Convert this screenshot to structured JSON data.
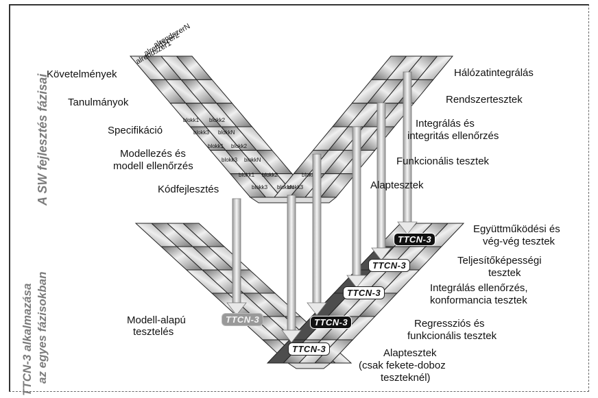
{
  "side_labels": {
    "top": "A SW fejlesztés fázisai",
    "bottom_line1": "TTCN-3 alkalmazása",
    "bottom_line2": "az egyes fázisokban"
  },
  "subsystems": [
    "alrendszer1",
    "alrendszer2",
    "alrendszerN"
  ],
  "dev_phases": [
    "Követelmények",
    "Tanulmányok",
    "Specifikáció",
    "Modellezés és",
    "modell ellenőrzés",
    "Kódfejlesztés"
  ],
  "test_phases": [
    "Hálózatintegrálás",
    "Rendszertesztek",
    "Integrálás és",
    "integritás ellenőrzés",
    "Funkcionális tesztek",
    "Alaptesztek"
  ],
  "blocks": [
    "blokk1",
    "blokk2",
    "blokk3",
    "blokkN",
    "blokk1",
    "blokk2",
    "blokk3",
    "blokkN",
    "blokk1",
    "blokk2",
    "blokk3",
    "blokkN",
    "blokk",
    "blokk3"
  ],
  "ttcn_logo": "TTCN-3",
  "bottom_left_label": [
    "Modell-alapú",
    "tesztelés"
  ],
  "bottom_right_labels": [
    [
      "Együttműködési és",
      "vég-vég tesztek"
    ],
    [
      "Teljesítőképességi",
      "tesztek"
    ],
    [
      "Integrálás ellenőrzés,",
      "konformancia tesztek"
    ],
    [
      "Regressziós és",
      "funkcionális tesztek"
    ],
    [
      "Alaptesztek",
      "(csak fekete-doboz",
      "teszteknél)"
    ]
  ]
}
